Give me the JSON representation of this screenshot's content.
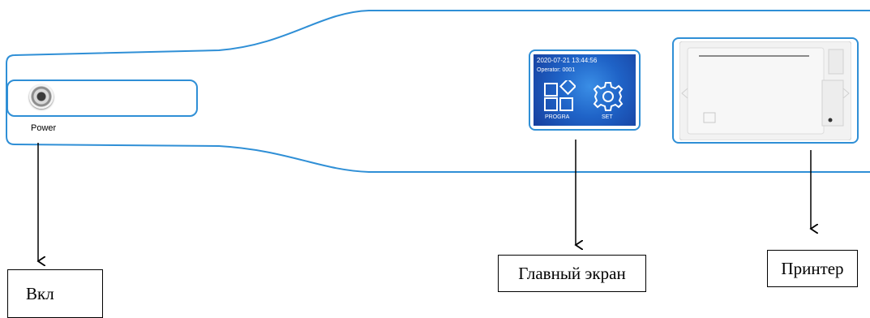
{
  "power": {
    "label": "Power",
    "callout": "Вкл"
  },
  "screen": {
    "datetime": "2020-07-21 13:44:56",
    "operator": "Operator: 0001",
    "program_label": "PROGRA",
    "set_label": "SET",
    "callout": "Главный экран"
  },
  "printer": {
    "callout": "Принтер"
  },
  "colors": {
    "outline": "#2f8fd6",
    "screen_bg": "#1f63c7",
    "printer_body": "#f2f2f2"
  }
}
